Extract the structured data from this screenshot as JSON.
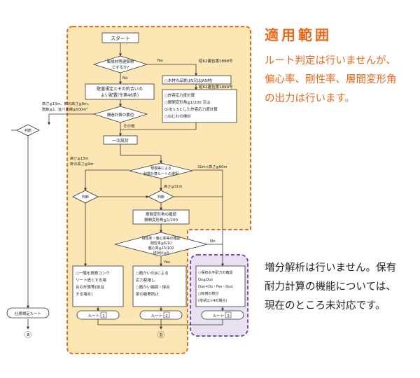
{
  "accent_colors": {
    "orange": "#e8671a",
    "yellow_fill": "#fbe6b4",
    "purple": "#7a4fa0",
    "purple_fill": "#e8e2f0"
  },
  "heading": "適用範囲",
  "note_scope": [
    "ルート判定は行いませんが、",
    "偏心率、剛性率、層間変形角",
    "の出力は行います。"
  ],
  "note_incremental": [
    "増分解析は行いません。保有",
    "耐力計算の機能については、",
    "現在のところ未対応です。"
  ],
  "flow": {
    "start": "スタート",
    "q_large_wood": [
      "集成材等建築物",
      "とするか?"
    ],
    "yes": "Yes",
    "no": "No",
    "box_layout": [
      "壁量規定とその釣合いの",
      "よい配置(令第46条)"
    ],
    "ref_1898": "昭62建告第1898号",
    "ref_1899": "昭62建告第1899号",
    "box_material": "○木材の品質(JIS又はJAS材)",
    "box_allowable": [
      "○許容応力度計算",
      "○層間変形角≦1/200 又は",
      "  Q₀を1.5とした許容応力度計算",
      "○ねじれの検討"
    ],
    "cond_small": [
      "高さ≦13m、軒の高さ≦9m、",
      "階数≦2、延べ面積≦500m²"
    ],
    "q_structural_calc": "構造計算の要否",
    "other": "その他",
    "judge": "判断",
    "one_time_design": "一次設計",
    "cond_mid": [
      "高さ≦13m",
      "軒の高さ≦9m"
    ],
    "q_route_selection": [
      "規模等による",
      "耐震計算ルートの選択"
    ],
    "cond_range": "31m<高さ≦60m",
    "cond_31": "高さ≦31m",
    "box_drift": [
      "層間変形角の確認",
      "層間変形角≦1/200"
    ],
    "q_checks": [
      "剛性率・偏心率等の確認",
      "剛性率≧6/10",
      "偏心率≦15/100",
      "塔状比≦4"
    ],
    "box_rc": [
      "○一階を鉄筋コンク",
      "リート造とする場",
      "合の計算等(該当",
      "する場合)"
    ],
    "box_stress": [
      "○筋かいのβによる",
      "応力割増し",
      "○筋かい端部・接合",
      "部の破断防止"
    ],
    "box_capacity": [
      "○保有水平耐力の確認",
      "Qu≧Qun",
      "Qun=Ds・Fes・Qud",
      "○転倒の検討",
      "(塔状比>4の場合)"
    ],
    "route_label": "ルート",
    "route_1": "1",
    "route_2": "2",
    "route_3": "3",
    "spec_route": "仕様規定ルート",
    "term_a": "ⓐ",
    "term_b": "ⓑ"
  }
}
